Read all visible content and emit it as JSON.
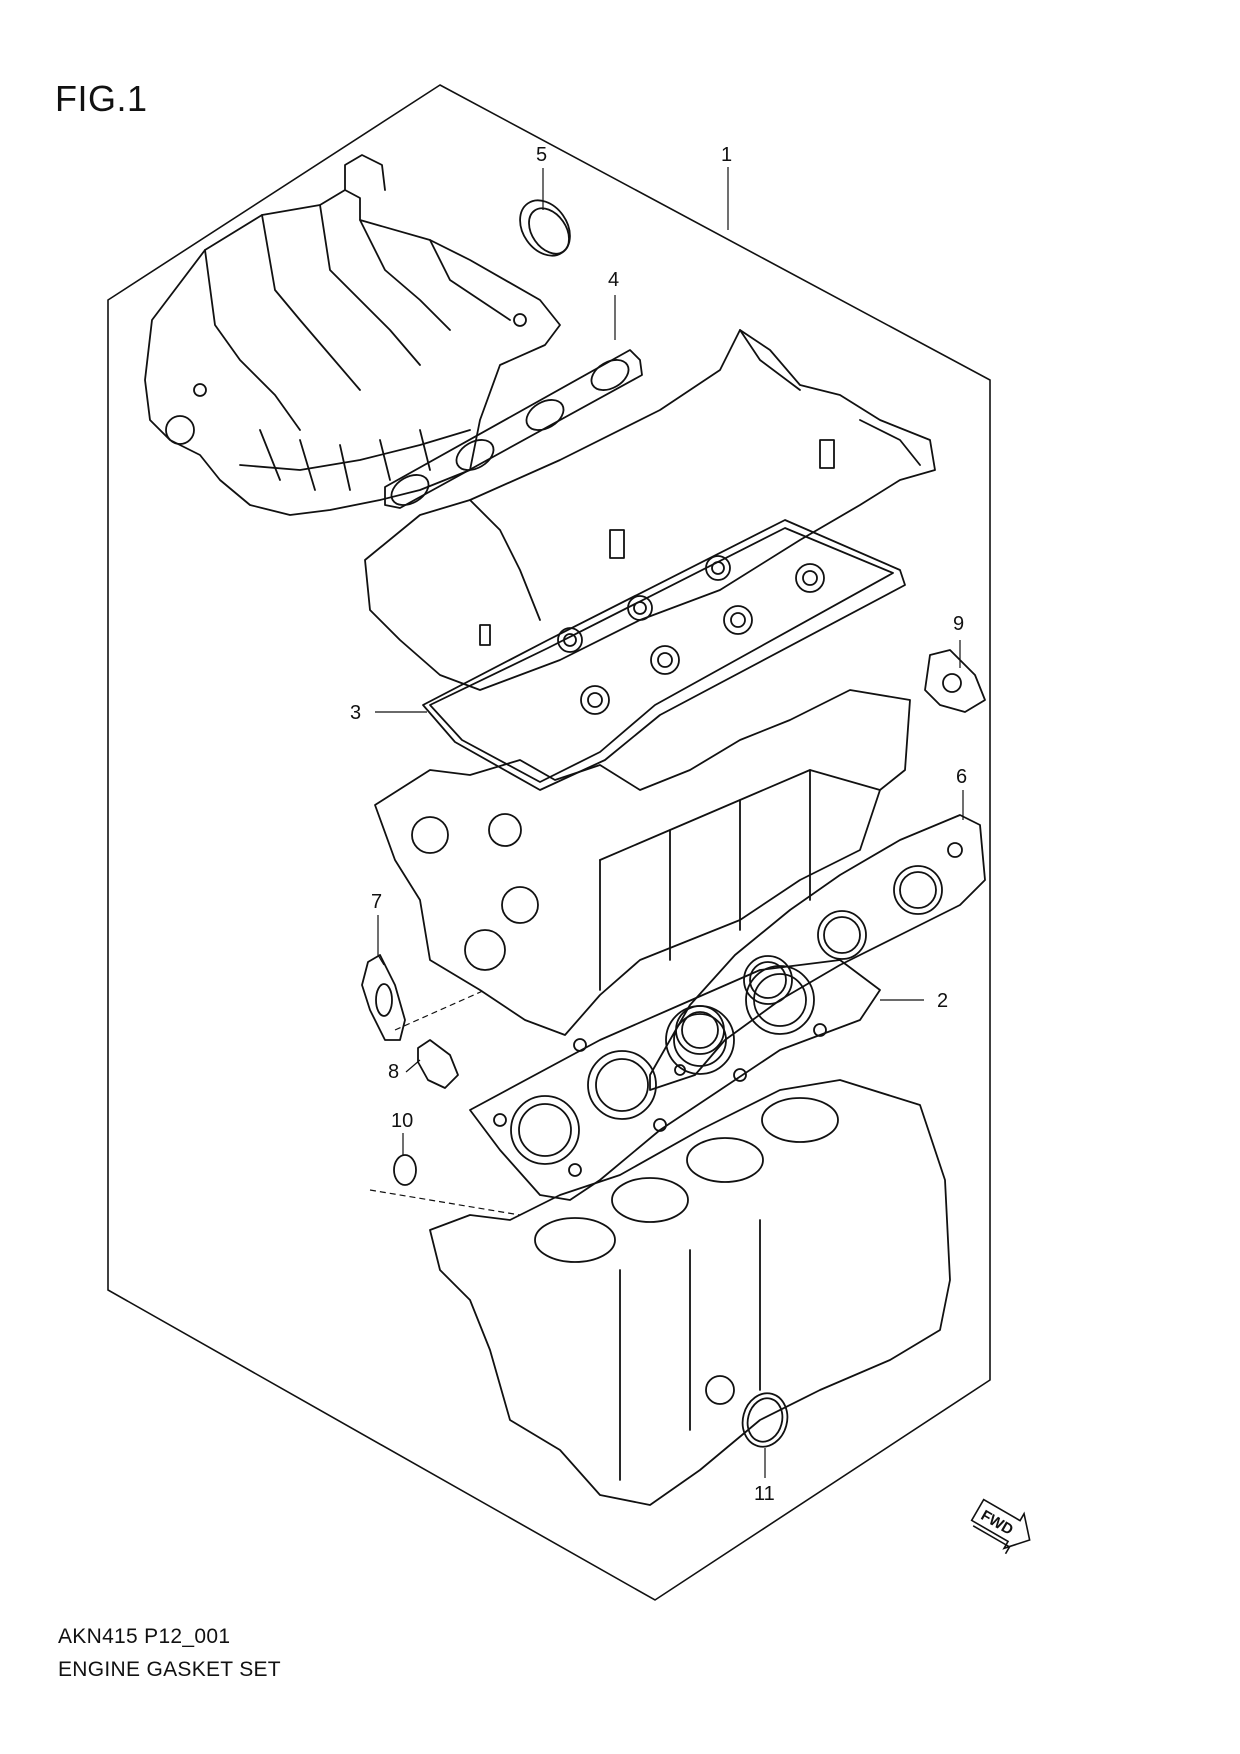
{
  "figure_title": "FIG.1",
  "callouts": [
    {
      "id": "1",
      "label": "1"
    },
    {
      "id": "2",
      "label": "2"
    },
    {
      "id": "3",
      "label": "3"
    },
    {
      "id": "4",
      "label": "4"
    },
    {
      "id": "5",
      "label": "5"
    },
    {
      "id": "6",
      "label": "6"
    },
    {
      "id": "7",
      "label": "7"
    },
    {
      "id": "8",
      "label": "8"
    },
    {
      "id": "9",
      "label": "9"
    },
    {
      "id": "10",
      "label": "10"
    },
    {
      "id": "11",
      "label": "11"
    }
  ],
  "fwd_arrow": {
    "label": "FWD"
  },
  "footer": {
    "drawing_code": "AKN415 P12_001",
    "caption": "ENGINE GASKET SET"
  }
}
